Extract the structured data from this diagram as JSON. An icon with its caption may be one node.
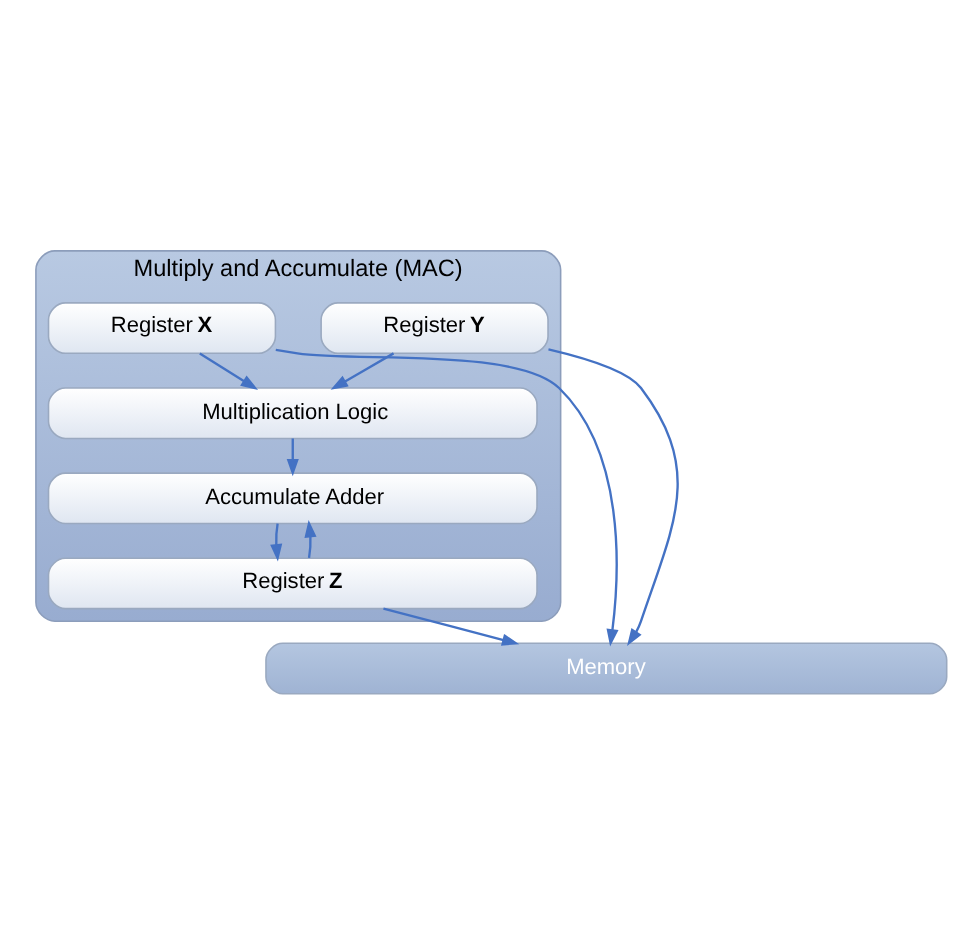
{
  "diagram": {
    "nodes": [
      {
        "text": [
          "Multiply and Accumulate (MAC)"
        ]
      },
      {
        "text": [
          "Register **X**"
        ],
        "in": 0
      },
      {
        "text": [
          "Register **Y**"
        ],
        "in": 0
      },
      {
        "text": [
          "Multiplication Logic"
        ],
        "in": 0
      },
      {
        "text": [
          "Accumulate Adder"
        ],
        "in": 0
      },
      {
        "text": [
          "Register **Z**"
        ],
        "in": 0
      },
      {
        "text": [
          "Memory"
        ]
      }
    ],
    "edges": [
      {
        "from": 1,
        "to": 3,
        "arrow": "to"
      },
      {
        "from": 2,
        "to": 3,
        "arrow": "to"
      },
      {
        "from": 1,
        "to": 6,
        "arrow": "to"
      },
      {
        "from": 2,
        "to": 6,
        "arrow": "to"
      },
      {
        "from": 3,
        "to": 4,
        "arrow": "to"
      },
      {
        "from": 4,
        "to": 5,
        "arrow": "to"
      },
      {
        "from": 5,
        "to": 4,
        "arrow": "to"
      },
      {
        "from": 5,
        "to": 6,
        "arrow": "to"
      }
    ]
  }
}
